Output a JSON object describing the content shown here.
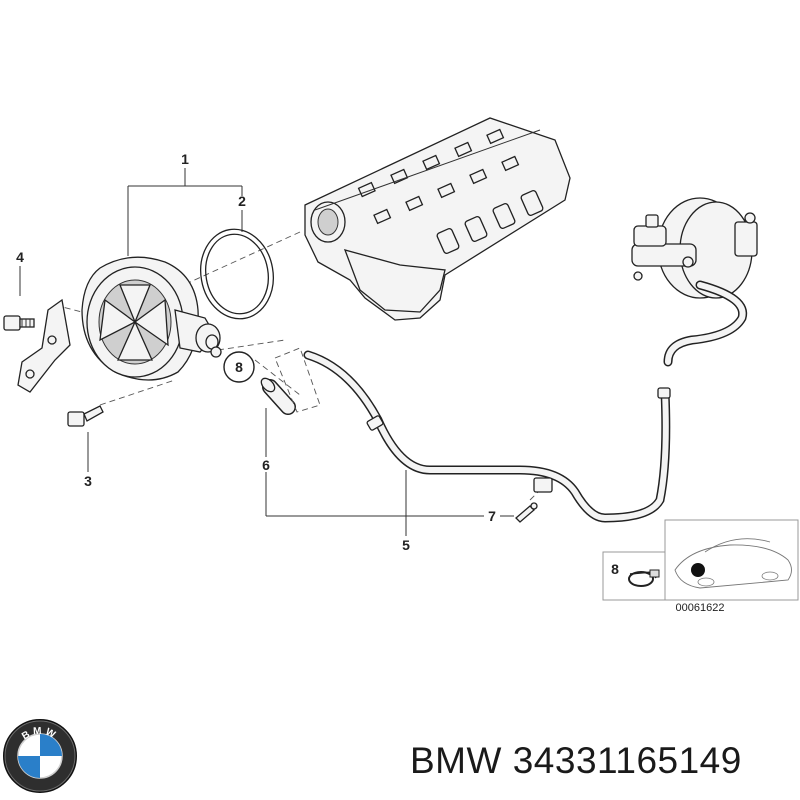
{
  "callouts": {
    "c1": "1",
    "c2": "2",
    "c3": "3",
    "c4": "4",
    "c5": "5",
    "c6": "6",
    "c7": "7",
    "c8": "8",
    "c8b": "8"
  },
  "diagram_code": "00061622",
  "logo": {
    "letters": "BMW"
  },
  "footer": {
    "brand": "BMW",
    "part_number": "34331165149"
  },
  "colors": {
    "logo_blue": "#2a7fc9",
    "ink": "#222222"
  }
}
